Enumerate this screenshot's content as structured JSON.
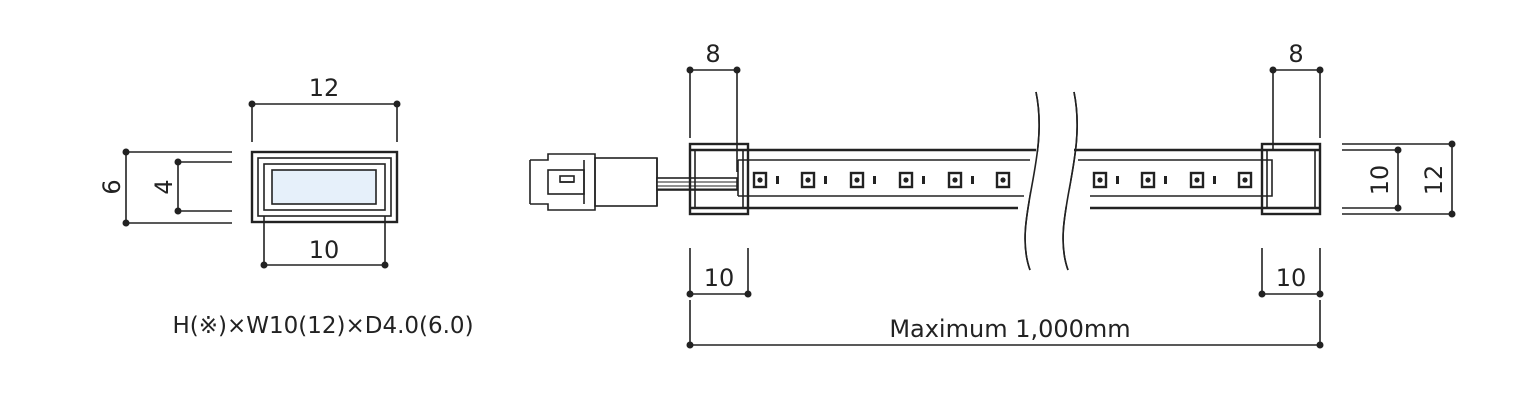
{
  "cross_section": {
    "width_outer": "12",
    "width_inner": "10",
    "height_outer": "6",
    "height_inner": "4",
    "spec_label": "H(※)×W10(12)×D4.0(6.0)",
    "lens_color": "#e6f0fa"
  },
  "side_view": {
    "left_cap_top": "8",
    "right_cap_top": "8",
    "left_cap_bottom": "10",
    "right_cap_bottom": "10",
    "length_label": "Maximum 1,000mm",
    "end_height_inner": "10",
    "end_height_outer": "12"
  }
}
